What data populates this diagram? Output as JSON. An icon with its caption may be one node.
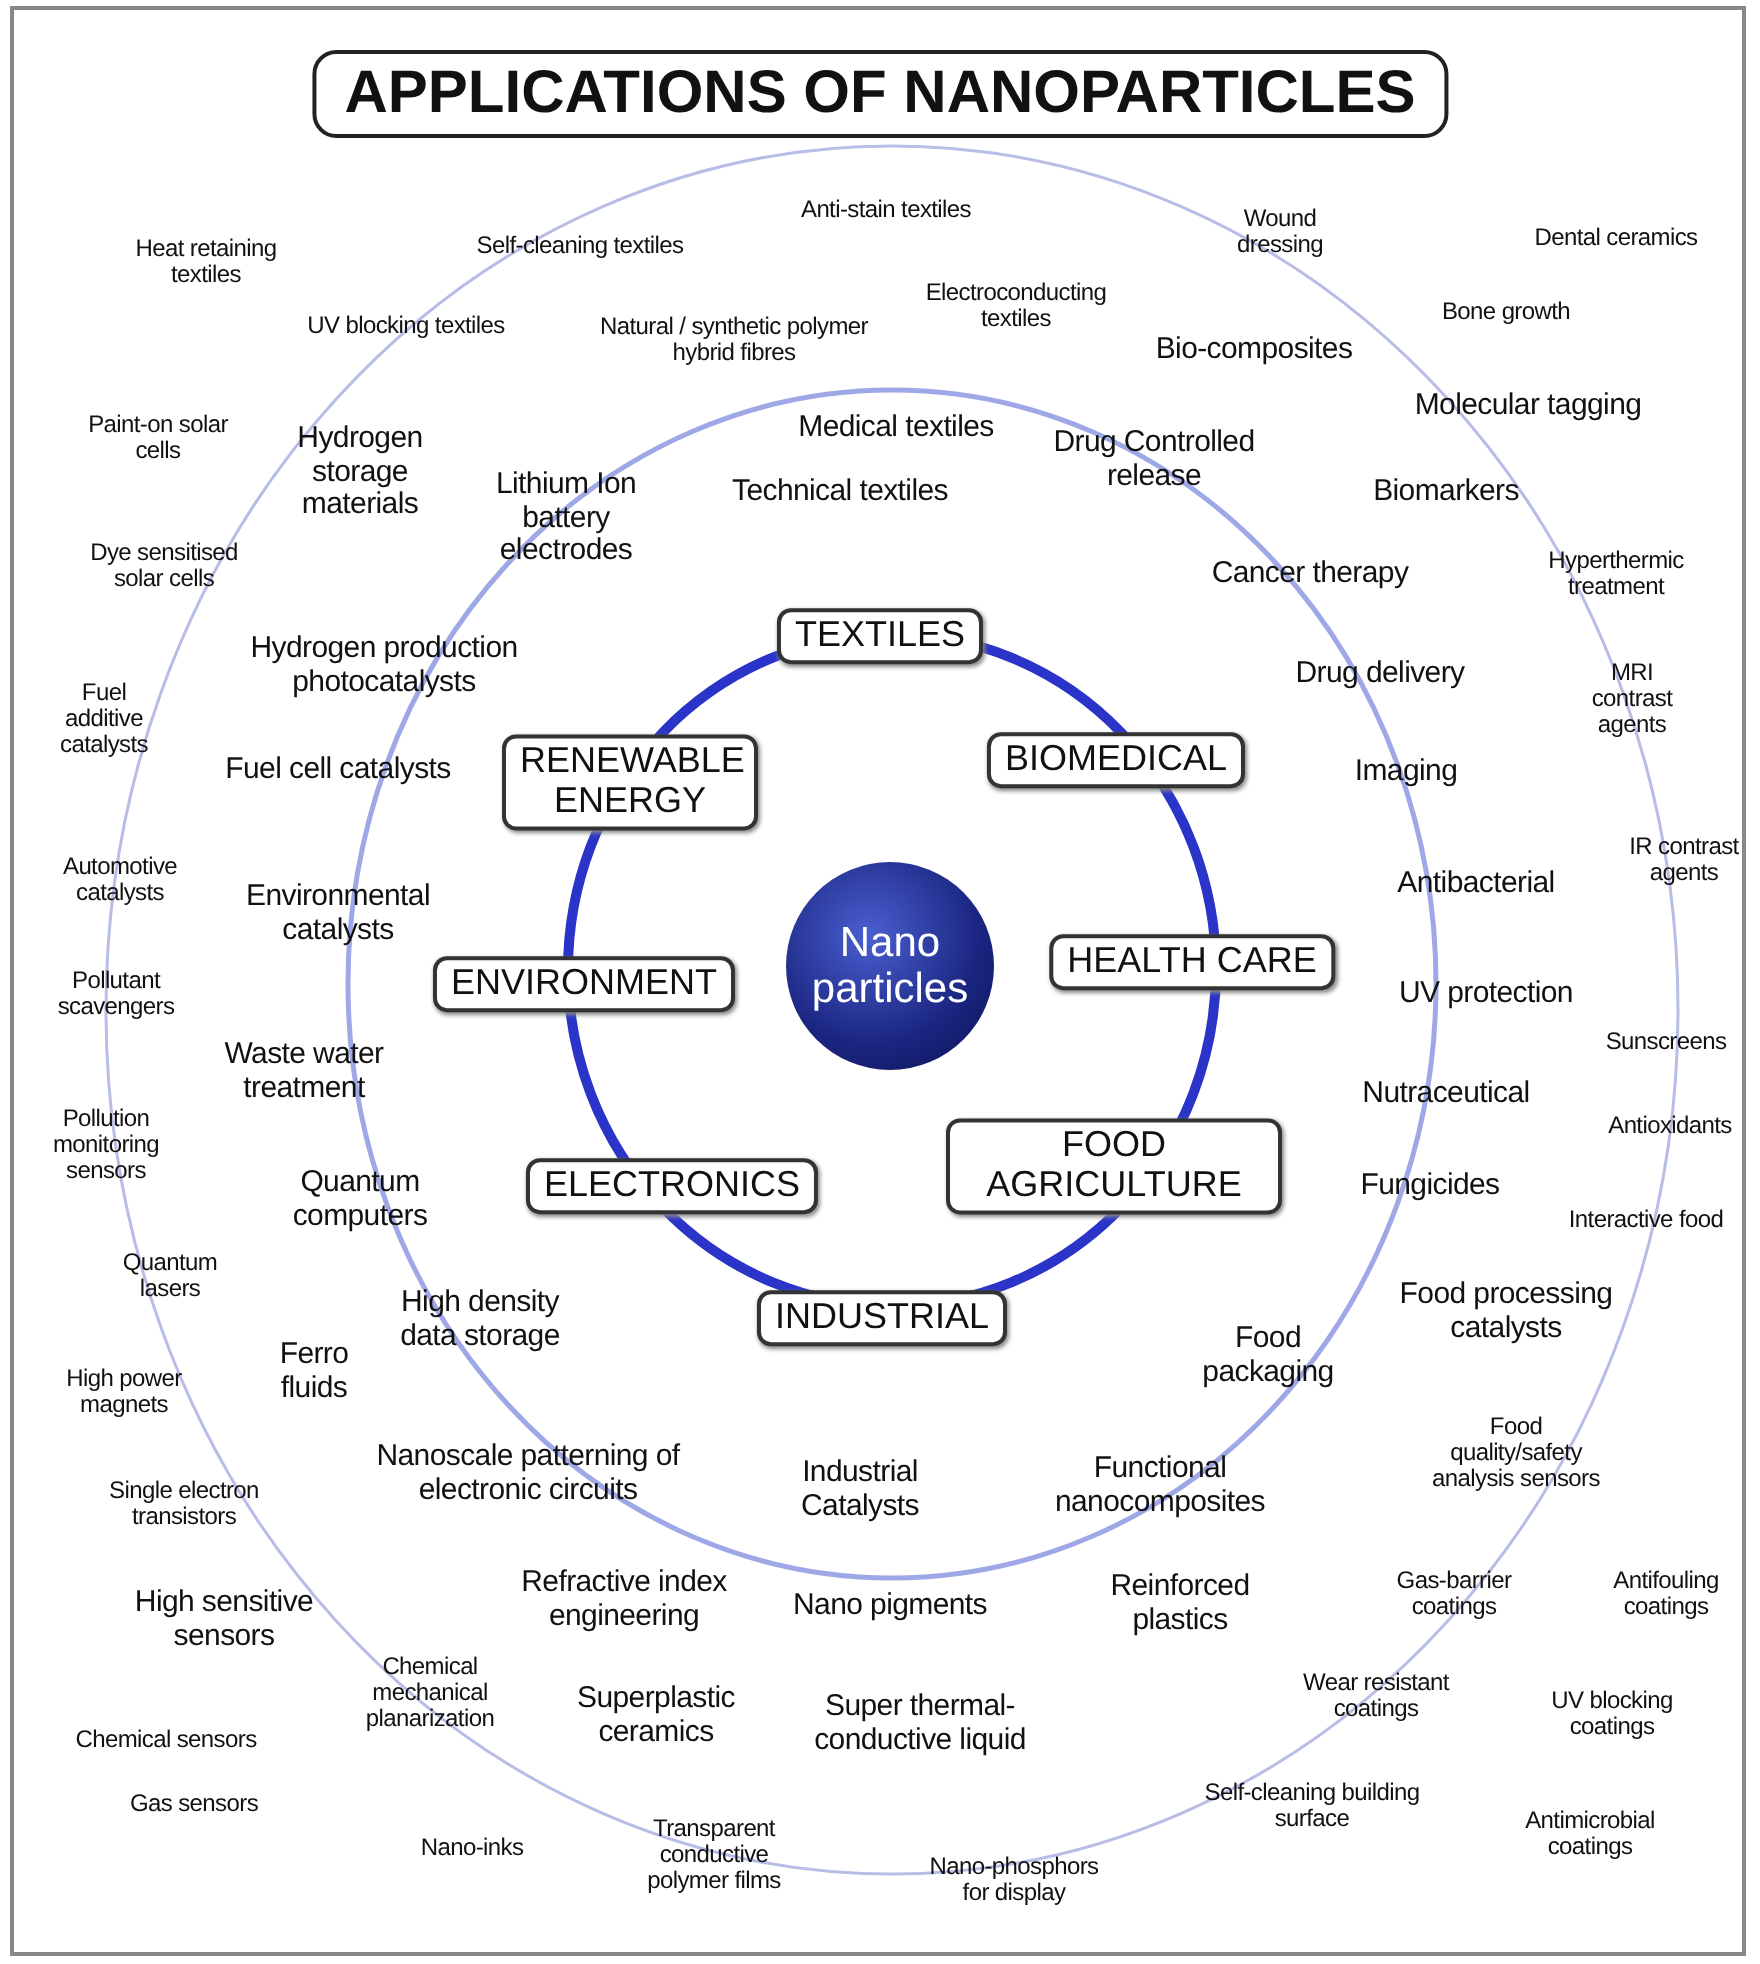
{
  "diagram": {
    "title": "APPLICATIONS OF NANOPARTICLES",
    "nodes": [
      {
        "text": [
          "Nano particles"
        ]
      },
      {
        "text": [
          "TEXTILES"
        ]
      },
      {
        "text": [
          "BIOMEDICAL"
        ]
      },
      {
        "text": [
          "HEALTH CARE"
        ]
      },
      {
        "text": [
          "FOOD AGRICULTURE"
        ]
      },
      {
        "text": [
          "INDUSTRIAL"
        ]
      },
      {
        "text": [
          "ELECTRONICS"
        ]
      },
      {
        "text": [
          "ENVIRONMENT"
        ]
      },
      {
        "text": [
          "RENEWABLE ENERGY"
        ]
      }
    ],
    "labels": [
      "Anti-stain textiles",
      "Wound dressing",
      "Dental ceramics",
      "Self-cleaning textiles",
      "Heat retaining textiles",
      "Electroconducting textiles",
      "Bone growth",
      "UV blocking textiles",
      "Natural / synthetic polymer hybrid fibres",
      "Bio-composites",
      "Molecular tagging",
      "Medical textiles",
      "Drug Controlled release",
      "Paint-on solar cells",
      "Hydrogen storage materials",
      "Technical textiles",
      "Biomarkers",
      "Lithium Ion battery electrodes",
      "Dye sensitised solar cells",
      "Cancer therapy",
      "Hyperthermic treatment",
      "Hydrogen production photocatalysts",
      "Drug delivery",
      "MRI contrast agents",
      "Fuel additive catalysts",
      "Fuel cell catalysts",
      "Imaging",
      "IR contrast agents",
      "Automotive catalysts",
      "Environmental catalysts",
      "Antibacterial",
      "Pollutant scavengers",
      "UV protection",
      "Sunscreens",
      "Waste water treatment",
      "Nutraceutical",
      "Antioxidants",
      "Pollution monitoring sensors",
      "Quantum computers",
      "Fungicides",
      "Interactive food",
      "Quantum lasers",
      "High density data storage",
      "Food processing catalysts",
      "Ferro fluids",
      "Food packaging",
      "High power magnets",
      "Food quality/safety analysis sensors",
      "Nanoscale patterning of electronic circuits",
      "Industrial Catalysts",
      "Functional nanocomposites",
      "Single electron transistors",
      "Refractive index engineering",
      "Nano pigments",
      "Reinforced plastics",
      "Gas-barrier coatings",
      "Antifouling coatings",
      "High sensitive sensors",
      "Chemical mechanical planarization",
      "Superplastic ceramics",
      "Super thermal-conductive liquid",
      "Wear resistant coatings",
      "UV blocking coatings",
      "Chemical sensors",
      "Gas sensors",
      "Self-cleaning building surface",
      "Antimicrobial coatings",
      "Nano-inks",
      "Transparent conductive polymer films",
      "Nano-phosphors for display"
    ]
  }
}
